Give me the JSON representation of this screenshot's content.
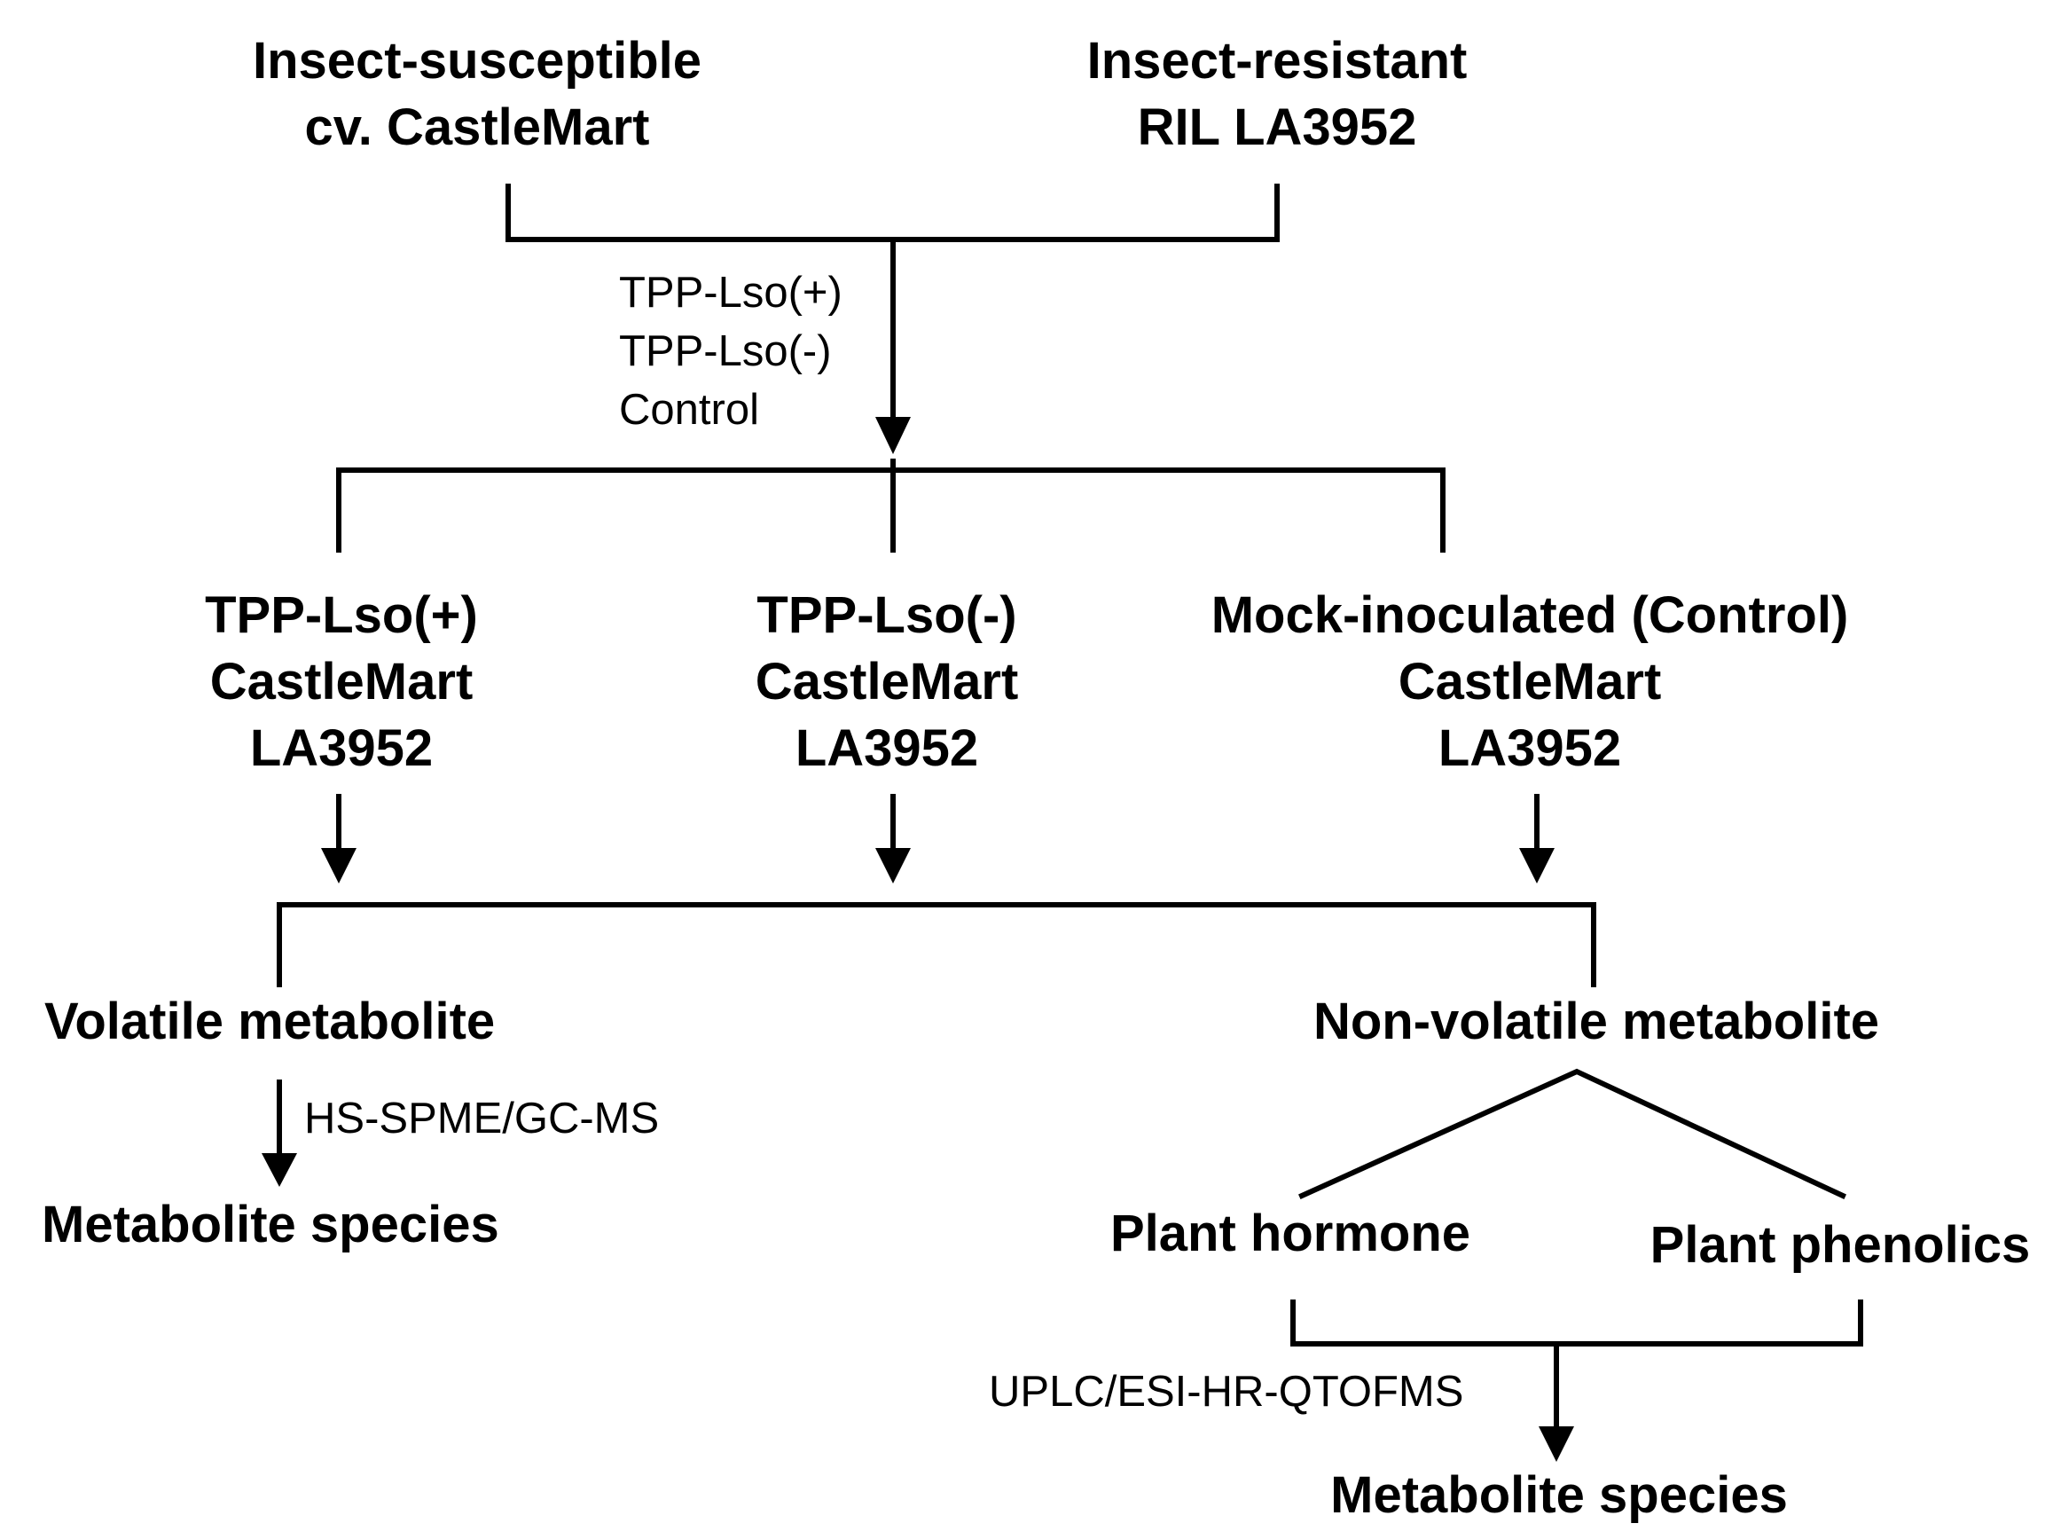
{
  "sources": {
    "susceptible": {
      "line1": "Insect-susceptible",
      "line2": "cv. CastleMart"
    },
    "resistant": {
      "line1": "Insect-resistant",
      "line2": "RIL LA3952"
    }
  },
  "treatments_list": [
    "TPP-Lso(+)",
    "TPP-Lso(-)",
    "Control"
  ],
  "groups": [
    {
      "title": "TPP-Lso(+)",
      "line2": "CastleMart",
      "line3": "LA3952"
    },
    {
      "title": "TPP-Lso(-)",
      "line2": "CastleMart",
      "line3": "LA3952"
    },
    {
      "title": "Mock-inoculated (Control)",
      "line2": "CastleMart",
      "line3": "LA3952"
    }
  ],
  "volatile": {
    "title": "Volatile metabolite",
    "method": "HS-SPME/GC-MS",
    "result": "Metabolite species"
  },
  "nonvolatile": {
    "title": "Non-volatile metabolite",
    "branch_left": "Plant hormone",
    "branch_right": "Plant phenolics",
    "method": "UPLC/ESI-HR-QTOFMS",
    "result": "Metabolite species"
  },
  "colors": {
    "line": "#000000",
    "text": "#000000",
    "background": "#ffffff"
  }
}
